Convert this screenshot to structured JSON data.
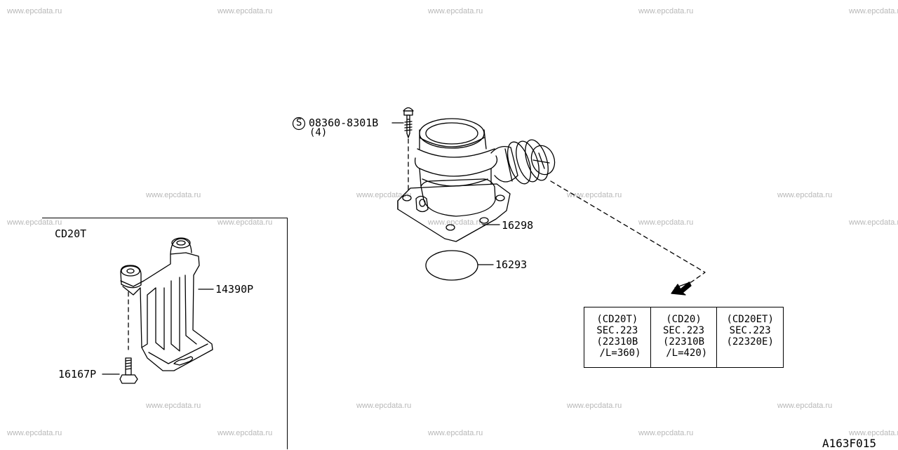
{
  "watermark": "www.epcdata.ru",
  "main_parts": {
    "bolt_code": "08360-8301B",
    "bolt_symbol": "S",
    "bolt_qty": "(4)",
    "housing_part": "16298",
    "gasket_part": "16293"
  },
  "inset": {
    "title": "CD20T",
    "bracket_part": "14390P",
    "bolt_part": "16167P"
  },
  "reference_table": [
    {
      "lines": [
        "(CD20T)",
        "SEC.223",
        "(22310B",
        " /L=360)"
      ]
    },
    {
      "lines": [
        "(CD20)",
        "SEC.223",
        "(22310B",
        " /L=420)"
      ]
    },
    {
      "lines": [
        "(CD20ET)",
        "SEC.223",
        "(22320E)"
      ]
    }
  ],
  "diagram_code": "A163F015"
}
